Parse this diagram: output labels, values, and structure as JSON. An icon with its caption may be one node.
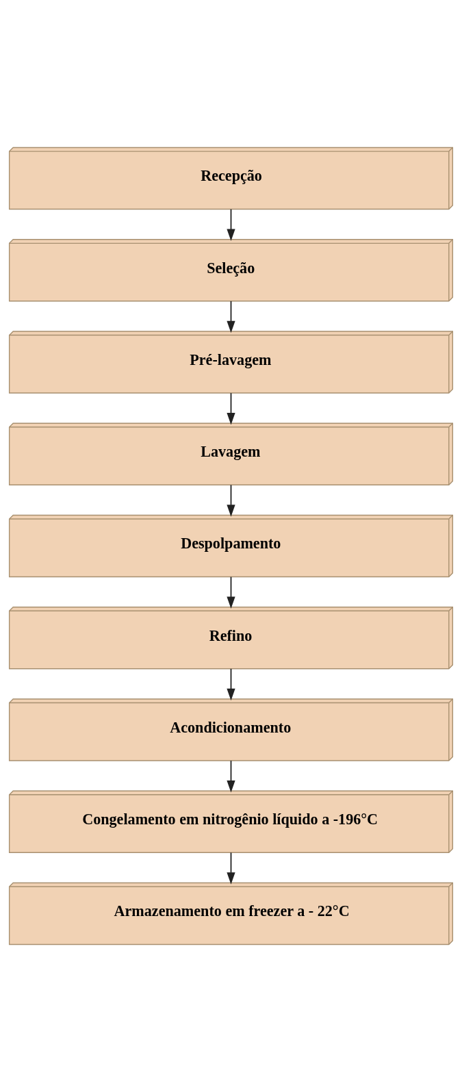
{
  "diagram": {
    "nodes": [
      {
        "text": [
          "Recepção"
        ]
      },
      {
        "text": [
          "Seleção"
        ]
      },
      {
        "text": [
          "Pré-lavagem"
        ]
      },
      {
        "text": [
          "Lavagem"
        ]
      },
      {
        "text": [
          "Despolpamento"
        ]
      },
      {
        "text": [
          "Refino"
        ]
      },
      {
        "text": [
          "Acondicionamento"
        ]
      },
      {
        "text": [
          "Congelamento em nitrogênio líquido a -196°C"
        ]
      },
      {
        "text": [
          "Armazenamento em freezer a - 22°C"
        ]
      }
    ],
    "edges": [
      {
        "from": 0,
        "to": 1,
        "arrow": "to"
      },
      {
        "from": 1,
        "to": 2,
        "arrow": "to"
      },
      {
        "from": 2,
        "to": 3,
        "arrow": "to"
      },
      {
        "from": 3,
        "to": 4,
        "arrow": "to"
      },
      {
        "from": 4,
        "to": 5,
        "arrow": "to"
      },
      {
        "from": 5,
        "to": 6,
        "arrow": "to"
      },
      {
        "from": 6,
        "to": 7,
        "arrow": "to"
      },
      {
        "from": 7,
        "to": 8,
        "arrow": "to"
      }
    ]
  }
}
